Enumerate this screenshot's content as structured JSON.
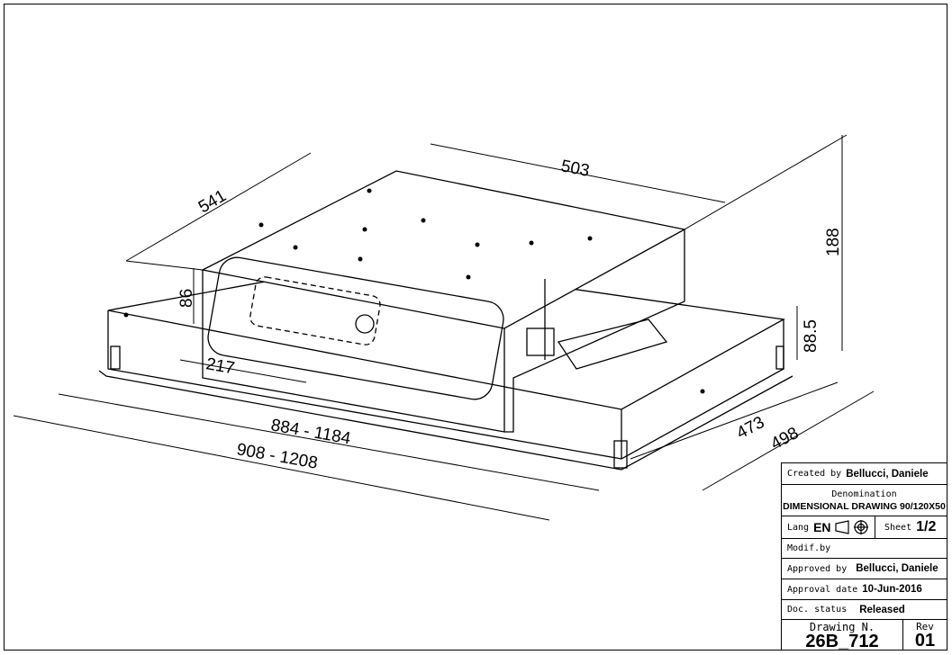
{
  "dimensions": {
    "top_width": "503",
    "top_depth": "541",
    "total_height": "188",
    "outlet_height": "86",
    "tray_height": "88.5",
    "outlet_width": "217",
    "inner_width": "884 - 1184",
    "outer_width": "908 - 1208",
    "inner_depth": "473",
    "outer_depth": "498"
  },
  "title_block": {
    "created_by_label": "Created by",
    "created_by": "Bellucci, Daniele",
    "denomination_label": "Denomination",
    "denomination": "DIMENSIONAL DRAWING 90/120X50",
    "lang_label": "Lang",
    "lang": "EN",
    "sheet_label": "Sheet",
    "sheet": "1/2",
    "modif_label": "Modif.by",
    "approved_by_label": "Approved by",
    "approved_by": "Bellucci, Daniele",
    "approval_date_label": "Approval date",
    "approval_date": "10-Jun-2016",
    "doc_status_label": "Doc. status",
    "doc_status": "Released",
    "drawing_n_label": "Drawing N.",
    "drawing_n": "26B_712",
    "rev_label": "Rev",
    "rev": "01"
  }
}
